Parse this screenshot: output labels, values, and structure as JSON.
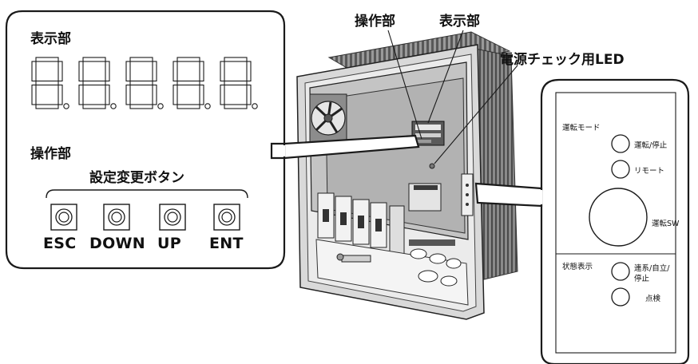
{
  "left_panel": {
    "display_title": "表示部",
    "digits": [
      "8.",
      "8.",
      "8.",
      "8.",
      "8."
    ],
    "operation_title": "操作部",
    "buttons_caption": "設定変更ボタン",
    "buttons": [
      "ESC",
      "DOWN",
      "UP",
      "ENT"
    ]
  },
  "callouts": {
    "operation": "操作部",
    "display": "表示部",
    "power_led": "電源チェック用LED"
  },
  "right_panel": {
    "mode_label": "運転モード",
    "run_stop": "運転/停止",
    "remote": "リモート",
    "run_sw": "運転SW",
    "status_label": "状態表示",
    "grid_line1": "連系/自立/",
    "grid_line2": "停止",
    "inspection": "点検"
  },
  "colors": {
    "line": "#1a1a1a",
    "device_gray": "#bdbdbd",
    "device_dark": "#6e6e6e"
  }
}
